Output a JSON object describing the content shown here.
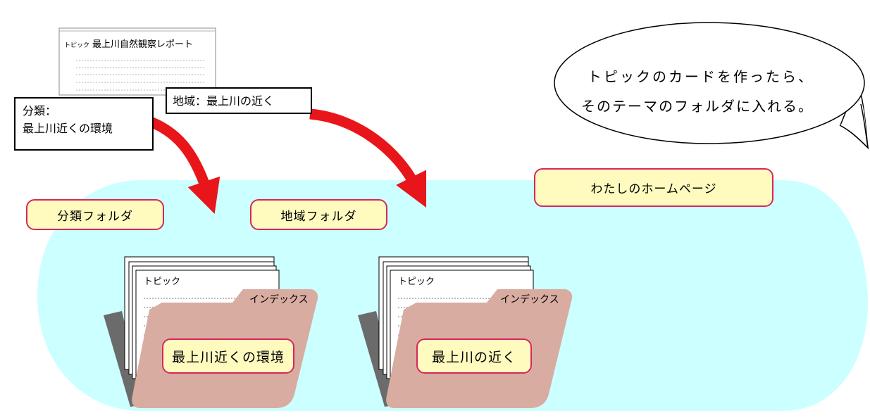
{
  "report_card": {
    "label": "トピック",
    "title": "最上川自然観察レポート"
  },
  "speech_bubble": {
    "line1": "トピックのカードを作ったら、",
    "line2": "そのテーマのフォルダに入れる。"
  },
  "callouts": {
    "category_label": "分類：",
    "category_value": "最上川近くの環境",
    "region": "地域：最上川の近く"
  },
  "homepage_label": "わたしのホームページ",
  "folders": [
    {
      "heading": "分類フォルダ",
      "card_label": "トピック",
      "tab_label": "インデックス",
      "name": "最上川近くの環境"
    },
    {
      "heading": "地域フォルダ",
      "card_label": "トピック",
      "tab_label": "インデックス",
      "name": "最上川の近く"
    }
  ],
  "colors": {
    "area_fill": "#ccffff",
    "arrow": "#e8161a",
    "pill_fill": "#fffbbf",
    "pill_border": "#d7265f",
    "folder_front": "#d8aca1",
    "folder_back": "#6b6b6b"
  }
}
